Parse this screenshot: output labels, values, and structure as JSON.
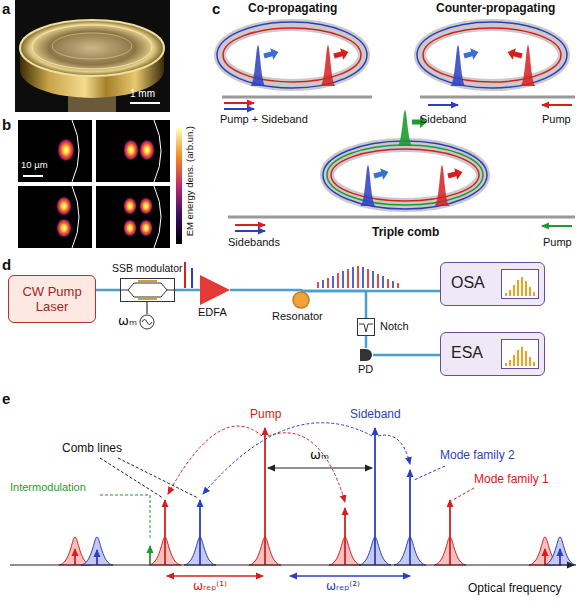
{
  "diagram": {
    "nodes": [
      {
        "text": [
          "CW Pump Laser"
        ]
      },
      {
        "text": [
          "SSB modulator"
        ]
      },
      {
        "text": [
          "ωₘ"
        ]
      },
      {
        "text": [
          "EDFA"
        ]
      },
      {
        "text": [
          "Resonator"
        ]
      },
      {
        "text": [
          "OSA"
        ]
      },
      {
        "text": [
          "Notch"
        ]
      },
      {
        "text": [
          "PD"
        ]
      },
      {
        "text": [
          "ESA"
        ]
      }
    ],
    "edges": [
      {
        "from": 0,
        "to": 1,
        "arrow": "none"
      },
      {
        "from": 2,
        "to": 1,
        "arrow": "none"
      },
      {
        "from": 1,
        "to": 3,
        "arrow": "none"
      },
      {
        "from": 3,
        "to": 4,
        "arrow": "none"
      },
      {
        "from": 4,
        "to": 5,
        "arrow": "none"
      },
      {
        "from": 4,
        "to": 6,
        "arrow": "none"
      },
      {
        "from": 6,
        "to": 7,
        "arrow": "none"
      },
      {
        "from": 7,
        "to": 8,
        "arrow": "none"
      }
    ],
    "labels": [
      "a",
      "1 mm",
      "b",
      "10 µm",
      "EM energy dens. (arb.un.)",
      "c",
      "Co-propagating",
      "Counter-propagating",
      "Pump + Sideband",
      "Sideband",
      "Pump",
      "Sidebands",
      "Triple comb",
      "Pump",
      "d",
      "e",
      "Comb lines",
      "Pump",
      "Sideband",
      "Intermodulation",
      "ωₘ",
      "Mode family 2",
      "Mode family 1",
      "ωᵣₑₚ⁽¹⁾",
      "ωᵣₑₚ⁽²⁾",
      "Optical frequency"
    ]
  }
}
